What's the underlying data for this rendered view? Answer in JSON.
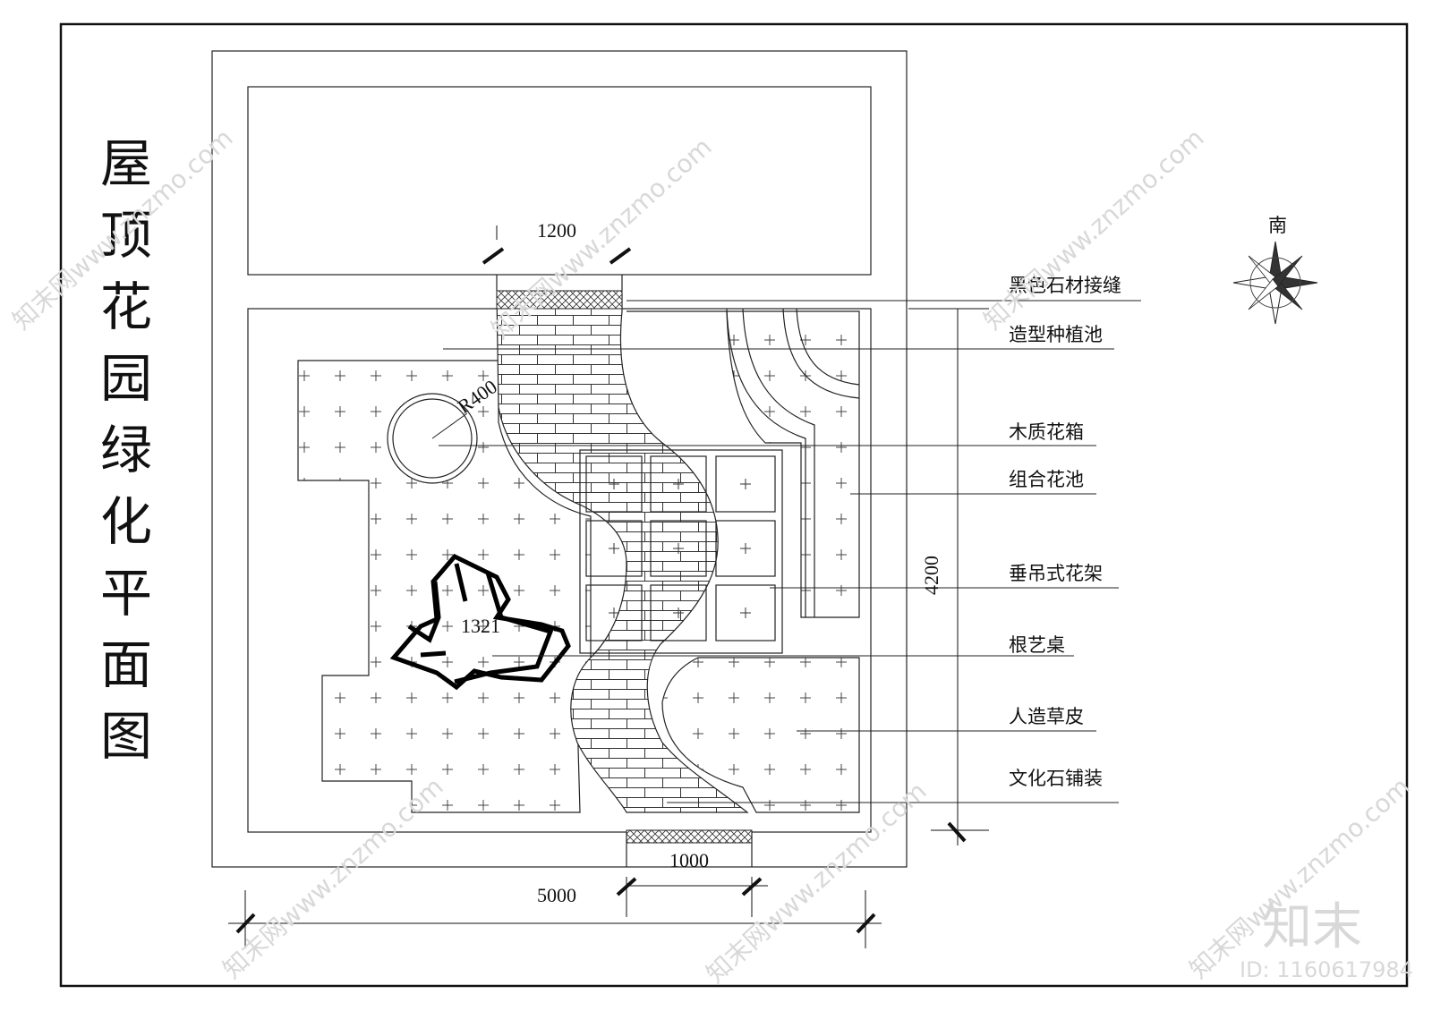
{
  "title": "屋顶花园绿化平面图",
  "title_chars": [
    "屋",
    "顶",
    "花",
    "园",
    "绿",
    "化",
    "平",
    "面",
    "图"
  ],
  "compass": {
    "label": "南"
  },
  "callouts": [
    "黑色石材接缝",
    "造型种植池",
    "木质花箱",
    "组合花池",
    "垂吊式花架",
    "根艺桌",
    "人造草皮",
    "文化石铺装"
  ],
  "dimensions": {
    "top_opening": "1200",
    "bottom_opening": "1000",
    "overall_width": "5000",
    "overall_height": "4200",
    "radius": "R400",
    "table": "1321"
  },
  "watermark": {
    "brand": "知末",
    "id_text": "ID: 1160617984",
    "repeat_text": "知末网www.znzmo.com"
  }
}
